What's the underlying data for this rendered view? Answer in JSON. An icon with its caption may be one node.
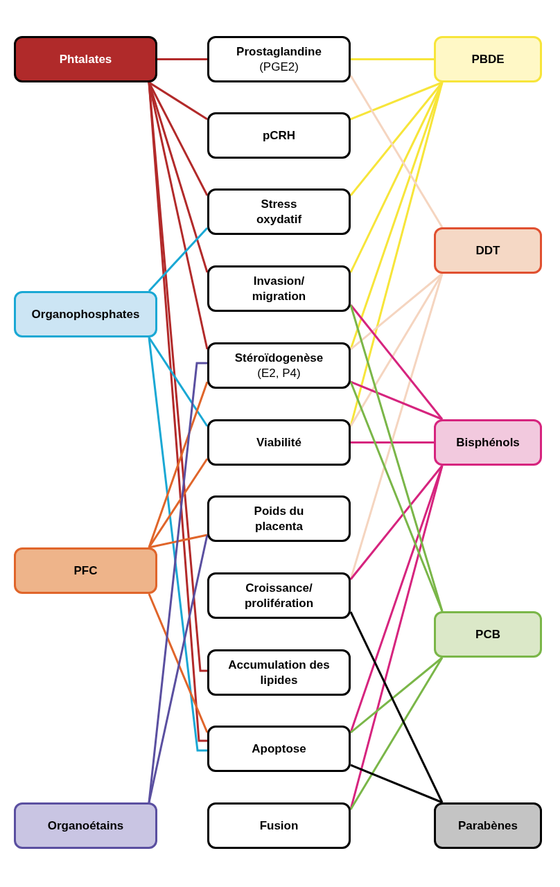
{
  "diagram": {
    "nodes": [
      {
        "text": [
          "Phtalates"
        ]
      },
      {
        "text": [
          "Organophosphates"
        ]
      },
      {
        "text": [
          "PFC"
        ]
      },
      {
        "text": [
          "Organoétains"
        ]
      },
      {
        "text": [
          "Prostaglandine",
          "(PGE2)"
        ]
      },
      {
        "text": [
          "pCRH"
        ]
      },
      {
        "text": [
          "Stress oxydatif"
        ]
      },
      {
        "text": [
          "Invasion/ migration"
        ]
      },
      {
        "text": [
          "Stéroïdogenèse",
          "(E2, P4)"
        ]
      },
      {
        "text": [
          "Viabilité"
        ]
      },
      {
        "text": [
          "Poids du placenta"
        ]
      },
      {
        "text": [
          "Croissance/ prolifération"
        ]
      },
      {
        "text": [
          "Accumulation des lipides"
        ]
      },
      {
        "text": [
          "Apoptose"
        ]
      },
      {
        "text": [
          "Fusion"
        ]
      },
      {
        "text": [
          "PBDE"
        ]
      },
      {
        "text": [
          "DDT"
        ]
      },
      {
        "text": [
          "Bisphénols"
        ]
      },
      {
        "text": [
          "PCB"
        ]
      },
      {
        "text": [
          "Parabènes"
        ]
      }
    ],
    "edges": [
      {
        "from": 0,
        "to": 4,
        "arrow": "none",
        "color": "#b22a2a"
      },
      {
        "from": 0,
        "to": 5,
        "arrow": "none",
        "color": "#b22a2a"
      },
      {
        "from": 0,
        "to": 6,
        "arrow": "none",
        "color": "#b22a2a"
      },
      {
        "from": 0,
        "to": 7,
        "arrow": "none",
        "color": "#b22a2a"
      },
      {
        "from": 0,
        "to": 8,
        "arrow": "none",
        "color": "#b22a2a"
      },
      {
        "from": 0,
        "to": 12,
        "arrow": "none",
        "color": "#b22a2a"
      },
      {
        "from": 0,
        "to": 13,
        "arrow": "none",
        "color": "#b22a2a"
      },
      {
        "from": 1,
        "to": 6,
        "arrow": "none",
        "color": "#1aa8d4"
      },
      {
        "from": 1,
        "to": 9,
        "arrow": "none",
        "color": "#1aa8d4"
      },
      {
        "from": 1,
        "to": 13,
        "arrow": "none",
        "color": "#1aa8d4"
      },
      {
        "from": 2,
        "to": 8,
        "arrow": "none",
        "color": "#e0652a"
      },
      {
        "from": 2,
        "to": 9,
        "arrow": "none",
        "color": "#e0652a"
      },
      {
        "from": 2,
        "to": 10,
        "arrow": "none",
        "color": "#e0652a"
      },
      {
        "from": 2,
        "to": 13,
        "arrow": "none",
        "color": "#e0652a"
      },
      {
        "from": 3,
        "to": 8,
        "arrow": "none",
        "color": "#5a4fa0"
      },
      {
        "from": 3,
        "to": 10,
        "arrow": "none",
        "color": "#5a4fa0"
      },
      {
        "from": 15,
        "to": 4,
        "arrow": "none",
        "color": "#f7e53a"
      },
      {
        "from": 15,
        "to": 5,
        "arrow": "none",
        "color": "#f7e53a"
      },
      {
        "from": 15,
        "to": 6,
        "arrow": "none",
        "color": "#f7e53a"
      },
      {
        "from": 15,
        "to": 7,
        "arrow": "none",
        "color": "#f7e53a"
      },
      {
        "from": 15,
        "to": 8,
        "arrow": "none",
        "color": "#f7e53a"
      },
      {
        "from": 15,
        "to": 9,
        "arrow": "none",
        "color": "#f7e53a"
      },
      {
        "from": 16,
        "to": 4,
        "arrow": "none",
        "color": "#f5d5c0"
      },
      {
        "from": 16,
        "to": 8,
        "arrow": "none",
        "color": "#f5d5c0"
      },
      {
        "from": 16,
        "to": 9,
        "arrow": "none",
        "color": "#f5d5c0"
      },
      {
        "from": 16,
        "to": 11,
        "arrow": "none",
        "color": "#f5d5c0"
      },
      {
        "from": 17,
        "to": 7,
        "arrow": "none",
        "color": "#d6247e"
      },
      {
        "from": 17,
        "to": 8,
        "arrow": "none",
        "color": "#d6247e"
      },
      {
        "from": 17,
        "to": 9,
        "arrow": "none",
        "color": "#d6247e"
      },
      {
        "from": 17,
        "to": 11,
        "arrow": "none",
        "color": "#d6247e"
      },
      {
        "from": 17,
        "to": 13,
        "arrow": "none",
        "color": "#d6247e"
      },
      {
        "from": 17,
        "to": 14,
        "arrow": "none",
        "color": "#d6247e"
      },
      {
        "from": 18,
        "to": 7,
        "arrow": "none",
        "color": "#7ab648"
      },
      {
        "from": 18,
        "to": 8,
        "arrow": "none",
        "color": "#7ab648"
      },
      {
        "from": 18,
        "to": 13,
        "arrow": "none",
        "color": "#7ab648"
      },
      {
        "from": 18,
        "to": 14,
        "arrow": "none",
        "color": "#7ab648"
      },
      {
        "from": 19,
        "to": 11,
        "arrow": "none",
        "color": "#000000"
      },
      {
        "from": 19,
        "to": 13,
        "arrow": "none",
        "color": "#000000"
      }
    ]
  }
}
